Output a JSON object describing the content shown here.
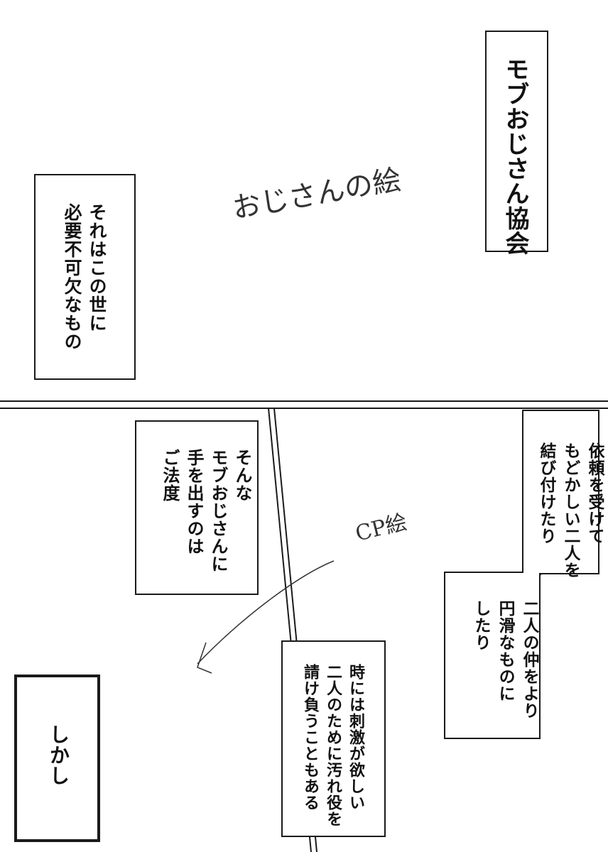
{
  "colors": {
    "ink": "#111111",
    "paper": "#ffffff",
    "sketch": "#333333"
  },
  "top_panel": {
    "title": "モブおじさん協会",
    "caption": "それはこの世に\n必要不可欠なもの",
    "sketch_note": "おじさんの絵"
  },
  "bottom_panel": {
    "caption_left": "そんな\nモブおじさんに\n手を出すのは\nご法度",
    "caption_right_top": "依頼を受けて\nもどかしい二人を\n結び付けたり",
    "caption_right_mid": "二人の仲をより\n円滑なものに\nしたり",
    "caption_center_bottom": "時には刺激が欲しい\n二人のために汚れ役を\n請け負うこともある",
    "caption_bottom_left": "しかし",
    "sketch_note": "CP絵"
  }
}
